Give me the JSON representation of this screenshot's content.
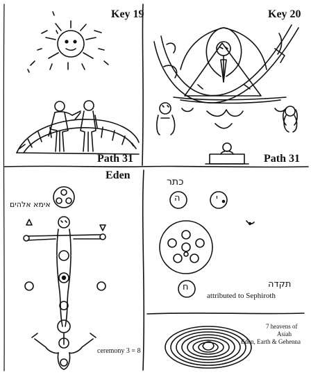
{
  "panels": {
    "top_left": {
      "title": "Key 19",
      "caption": "Path 31"
    },
    "top_right": {
      "title": "Key 20",
      "caption": "Path 31"
    },
    "bottom_left": {
      "title": "Eden",
      "hebrew_label": "אימא אלהים",
      "caption": "ceremony 3 = 8"
    },
    "bottom_right_upper": {
      "hebrew_top": "כתר",
      "circle_letters": [
        "ה",
        "י",
        "ח"
      ],
      "hebrew_right": "תקדה",
      "caption": "attributed to Sephiroth"
    },
    "bottom_right_lower": {
      "caption_lines": [
        "7 heavens of",
        "Asiah",
        "Eden, Earth & Gehenna"
      ]
    }
  },
  "colors": {
    "ink": "#111111",
    "paper": "#ffffff"
  }
}
